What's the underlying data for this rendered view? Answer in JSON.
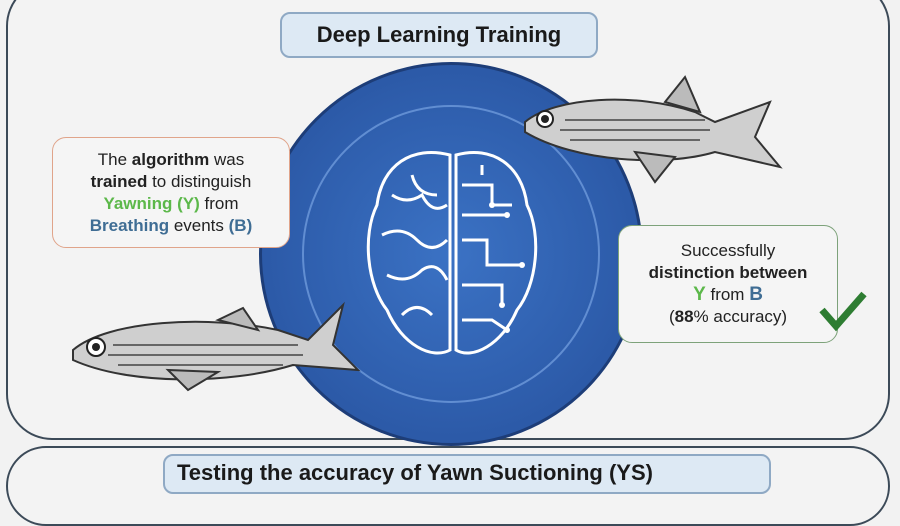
{
  "top_section": {
    "title": "Deep Learning Training",
    "left_box": {
      "p1": "The ",
      "p2": "algorithm",
      "p3": " was",
      "p4": "trained",
      "p5": " to distinguish",
      "p6": "Yawning (Y)",
      "p7": " from",
      "p8": "Breathing",
      "p9": " events ",
      "p10": "(B)"
    },
    "right_box": {
      "l1": "Successfully",
      "l2": "distinction between",
      "y": "Y",
      "from": " from ",
      "b": "B",
      "acc_pre": "(",
      "acc_val": "88",
      "acc_post": "% accuracy)"
    },
    "icons": [
      "brain-circuit-icon",
      "zebrafish-icon",
      "checkmark-icon"
    ],
    "colors": {
      "yawning": "#5cb84a",
      "breathing": "#3f6d94",
      "check": "#2e7d32",
      "circle": "#2f5fae"
    }
  },
  "bottom_section": {
    "title": "Testing the accuracy of Yawn Suctioning (YS)"
  }
}
